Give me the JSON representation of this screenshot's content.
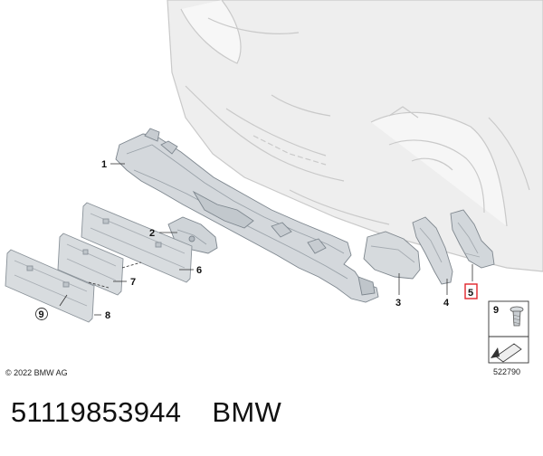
{
  "diagram": {
    "callouts": {
      "c1": "1",
      "c2": "2",
      "c3": "3",
      "c4": "4",
      "c5": "5",
      "c6": "6",
      "c7": "7",
      "c8": "8",
      "c9": "9",
      "legend9": "9"
    },
    "highlight_color": "#e0242b",
    "copyright": "© 2022 BMW AG",
    "reference_number": "522790"
  },
  "footer": {
    "part_number": "51119853944",
    "brand": "BMW"
  }
}
